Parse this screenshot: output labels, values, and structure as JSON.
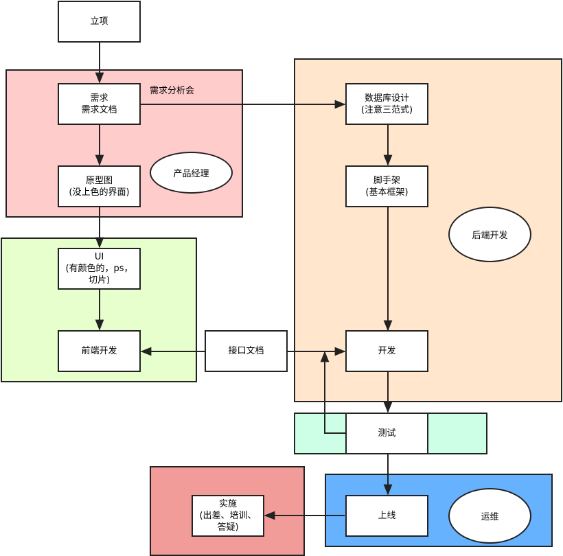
{
  "colors": {
    "requirement_bg": "#ffcccc",
    "ui_bg": "#e6ffcc",
    "backend_bg": "#ffe6cc",
    "test_bg": "#ccffe6",
    "deploy_bg": "#f19c99",
    "ops_bg": "#66b2ff",
    "line": "#222222"
  },
  "nodes": {
    "project": "立项",
    "requirement": "需求\n需求文档",
    "prototype": "原型图\n(没上色的界面)",
    "ui": "UI\n(有颜色的，ps，\n切片)",
    "frontend": "前端开发",
    "api_doc": "接口文档",
    "db_design": "数据库设计\n(注意三范式)",
    "scaffold": "脚手架\n(基本框架)",
    "dev": "开发",
    "test": "测试",
    "launch": "上线",
    "implementation": "实施\n(出差、培训、\n答疑)"
  },
  "labels": {
    "requirement_meeting": "需求分析会",
    "product_manager": "产品经理",
    "backend_dev": "后端开发",
    "ops": "运维"
  }
}
